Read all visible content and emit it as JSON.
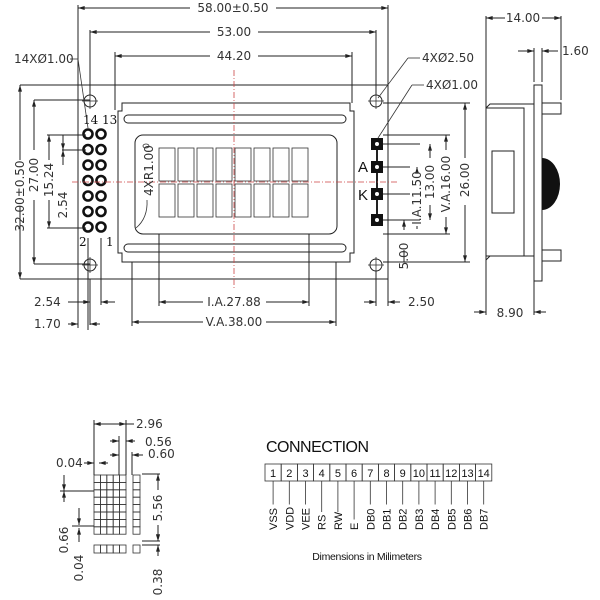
{
  "front_view": {
    "overall_width": "58.00±0.50",
    "hole_pitch_width": "53.00",
    "bezel_width": "44.20",
    "pin_hole_note": "14XØ1.00",
    "mount_hole_note": "4XØ2.50",
    "backlight_pin_note": "4XØ1.00",
    "corner_radius_note": "4XR1.00",
    "overall_height": "32.00±0.50",
    "hole_pitch_height": "27.00",
    "pin_row_span": "15.24",
    "pin_pitch": "2.54",
    "pin_labels": {
      "top_left": "14",
      "top_right": "13",
      "bottom_left": "2",
      "bottom_right": "1"
    },
    "backlight_labels": {
      "anode": "A",
      "cathode": "K"
    },
    "ia_height": "I.A.11.50",
    "pin_offset_13": "13.00",
    "va_height": "V.A.16.00",
    "bezel_height": "26.00",
    "bottom_offset": "5.00",
    "left_pin_offset": "2.54",
    "left_edge_offset": "1.70",
    "ia_width": "I.A.27.88",
    "va_width": "V.A.38.00",
    "right_hole_offset": "2.50",
    "character_columns": 8,
    "character_rows": 2
  },
  "side_view": {
    "overall_depth": "14.00",
    "pcb_thickness": "1.60",
    "module_depth": "8.90"
  },
  "character_detail": {
    "char_width": "2.96",
    "dot_width": "0.56",
    "char_gap": "0.60",
    "dot_gap": "0.04",
    "char_height": "5.56",
    "dot_height": "0.66",
    "dot_gap_v": "0.04",
    "cursor_height": "0.38"
  },
  "connection": {
    "title": "CONNECTION",
    "pins": [
      {
        "num": "1",
        "name": "VSS"
      },
      {
        "num": "2",
        "name": "VDD"
      },
      {
        "num": "3",
        "name": "VEE"
      },
      {
        "num": "4",
        "name": "RS"
      },
      {
        "num": "5",
        "name": "RW"
      },
      {
        "num": "6",
        "name": "E"
      },
      {
        "num": "7",
        "name": "DB0"
      },
      {
        "num": "8",
        "name": "DB1"
      },
      {
        "num": "9",
        "name": "DB2"
      },
      {
        "num": "10",
        "name": "DB3"
      },
      {
        "num": "11",
        "name": "DB4"
      },
      {
        "num": "12",
        "name": "DB5"
      },
      {
        "num": "13",
        "name": "DB6"
      },
      {
        "num": "14",
        "name": "DB7"
      }
    ],
    "footnote": "Dimensions in Milimeters"
  },
  "colors": {
    "line": "#222222",
    "centerline": "#cc4444",
    "background": "#ffffff"
  }
}
